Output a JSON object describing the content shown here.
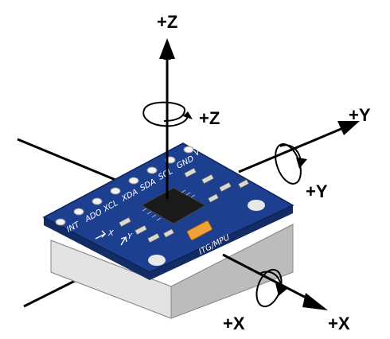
{
  "axes": {
    "z_axis_label": "+Z",
    "z_rotation_label": "+Z",
    "y_axis_label": "+Y",
    "y_rotation_label": "+Y",
    "x_axis_label": "+X",
    "x_rotation_label": "+X"
  },
  "board": {
    "chip_label": "ITG/MPU",
    "pins": [
      "VCC",
      "GND",
      "SCL",
      "SDA",
      "XDA",
      "XCL",
      "ADO",
      "INT"
    ],
    "silkscreen_marks": [
      "X",
      "Y"
    ]
  },
  "colors": {
    "pcb": "#1d3f8f",
    "pcb_edge": "#132c66",
    "block_front": "#d9d9d9",
    "block_side": "#bdbdbd",
    "chip": "#1a1a1a",
    "led": "#f0a23a",
    "arrow": "#000000"
  }
}
